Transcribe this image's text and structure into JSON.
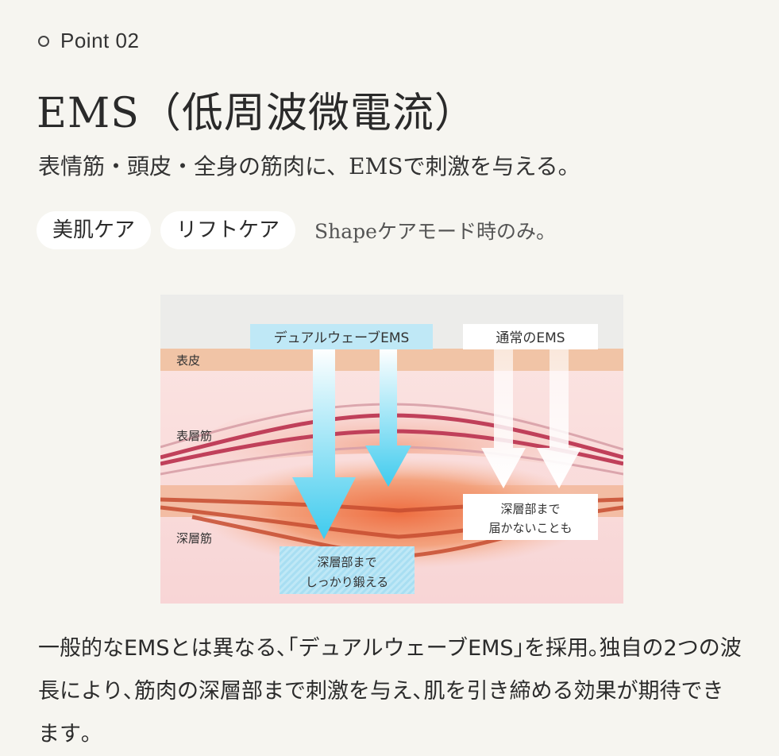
{
  "point_label": "Point 02",
  "title": "EMS（低周波微電流）",
  "subtitle": "表情筋・頭皮・全身の筋肉に、EMSで刺激を与える。",
  "tags": [
    "美肌ケア",
    "リフトケア"
  ],
  "tag_note": "Shapeケアモード時のみ。",
  "diagram": {
    "label_dual": "デュアルウェーブEMS",
    "label_normal": "通常のEMS",
    "layer_epidermis": "表皮",
    "layer_surface_muscle": "表層筋",
    "layer_deep_muscle": "深層筋",
    "callout_normal_line1": "深層部まで",
    "callout_normal_line2": "届かないことも",
    "callout_dual_line1": "深層部まで",
    "callout_dual_line2": "しっかり鍛える",
    "colors": {
      "cyan": "#5fd3ee",
      "epidermis": "#f1c4a6",
      "muscle_line": "#c0405a",
      "deep_glow": "#ee6a3c"
    }
  },
  "body_text": "一般的なEMSとは異なる､｢デュアルウェーブEMS｣を採用｡独自の2つの波長により､筋肉の深層部まで刺激を与え､肌を引き締める効果が期待できます｡"
}
